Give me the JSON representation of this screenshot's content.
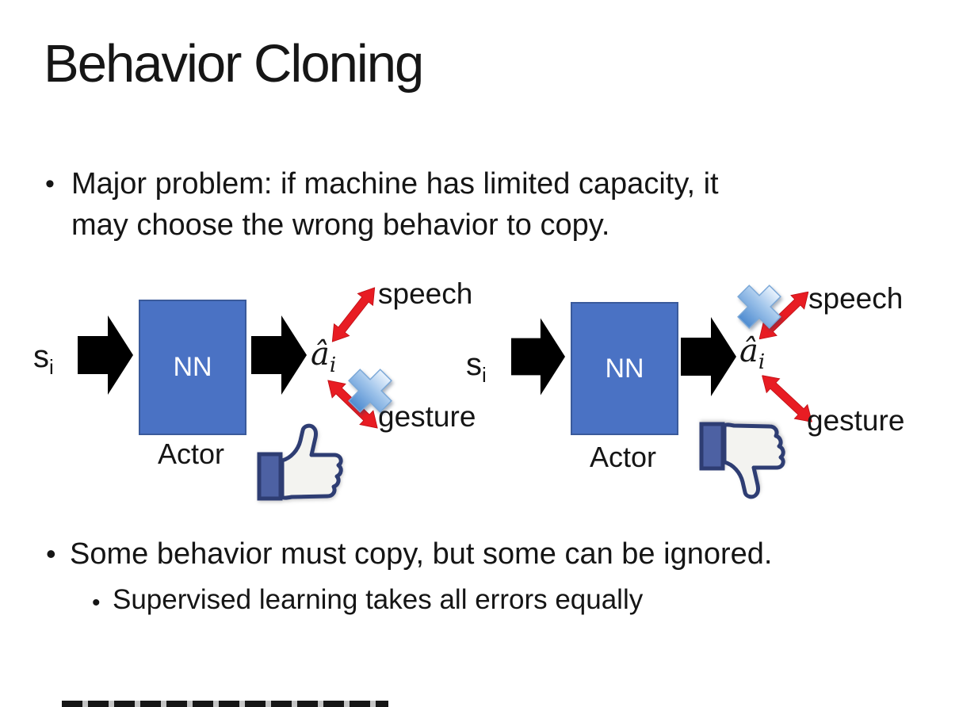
{
  "content": {
    "title": "Behavior Cloning",
    "bullet_glyph": "•",
    "bullet1_line1": "Major problem: if machine has limited capacity, it",
    "bullet1_line2": "may choose the wrong behavior to copy.",
    "bullet2": "Some behavior must copy, but some can be ignored.",
    "sub_bullet": "Supervised learning takes all errors equally"
  },
  "diagrams": [
    {
      "input_main": "s",
      "input_sub": "i",
      "box_label": "NN",
      "box_caption": "Actor",
      "output_main": "â",
      "output_sub": "i",
      "branch_top": "speech",
      "branch_bottom": "gesture",
      "crossed_out_branch": "gesture",
      "feedback_icon": "thumbs-up"
    },
    {
      "input_main": "s",
      "input_sub": "i",
      "box_label": "NN",
      "box_caption": "Actor",
      "output_main": "â",
      "output_sub": "i",
      "branch_top": "speech",
      "branch_bottom": "gesture",
      "crossed_out_branch": "speech",
      "feedback_icon": "thumbs-down"
    }
  ],
  "colors": {
    "nn_box_fill": "#4a72c4",
    "nn_box_border": "#3a5a9b",
    "arrow_black": "#000000",
    "arrow_red": "#e81c23",
    "cross_blue": "#4e8bd0",
    "thumb_outline": "#2e3d73",
    "thumb_cuff": "#4d61a3"
  }
}
